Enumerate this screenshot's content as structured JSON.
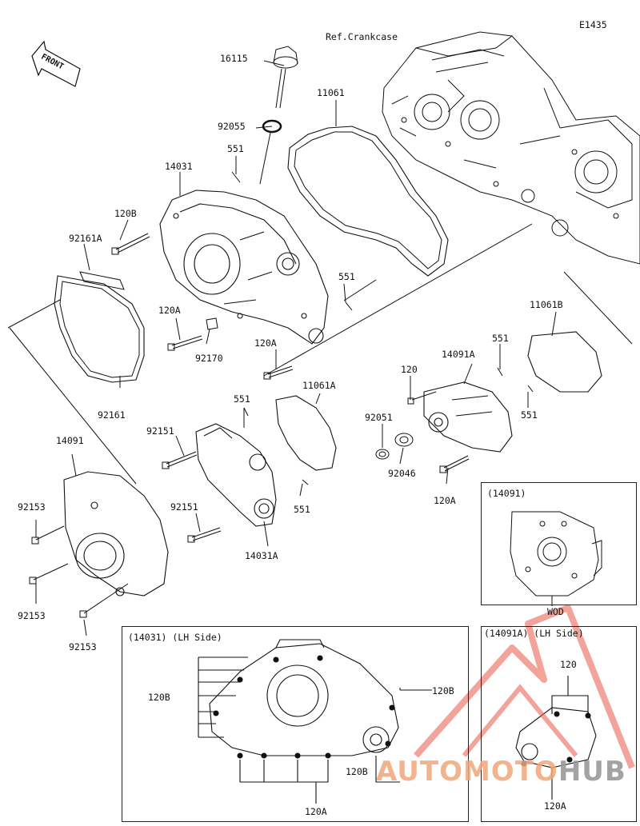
{
  "diagram_code": "E1435",
  "front_label": "FRONT",
  "ref_label": "Ref.Crankcase",
  "parts": {
    "p16115": "16115",
    "p92055": "92055",
    "p11061": "11061",
    "p551_a": "551",
    "p14031": "14031",
    "p120B": "120B",
    "p92161A": "92161A",
    "p551_b": "551",
    "p120A_a": "120A",
    "p92170": "92170",
    "p120A_b": "120A",
    "p92161": "92161",
    "p11061B": "11061B",
    "p551_c": "551",
    "p14091A": "14091A",
    "p120": "120",
    "p551_d": "551",
    "p92051": "92051",
    "p92046": "92046",
    "p120A_c": "120A",
    "p11061A": "11061A",
    "p551_e": "551",
    "p92151_a": "92151",
    "p14091": "14091",
    "p92153_a": "92153",
    "p92151_b": "92151",
    "p551_f": "551",
    "p14031A": "14031A",
    "p92153_b": "92153",
    "p92153_c": "92153"
  },
  "inset_wod": {
    "title": "(14091)",
    "caption": "WOD"
  },
  "inset_lh1": {
    "title": "(14031) (LH Side)",
    "l120B_left": "120B",
    "l120B_right": "120B",
    "l120B_bottom": "120B",
    "l120A": "120A"
  },
  "inset_lh2": {
    "title": "(14091A) (LH Side)",
    "l120": "120",
    "l120A": "120A"
  },
  "watermark": {
    "part1": "AUTOMOTO",
    "part2": "HUB"
  }
}
